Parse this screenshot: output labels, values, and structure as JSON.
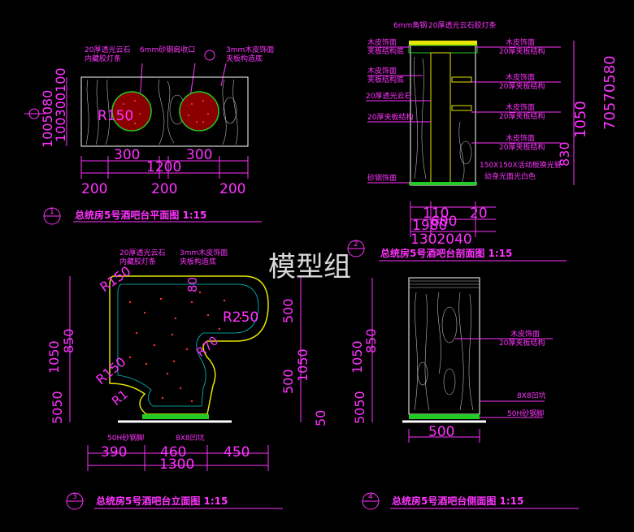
{
  "watermark": "模型组",
  "plan": {
    "title": "总统房5号酒吧台平面图 1:15",
    "badge": "1",
    "note_stone": "20厚透光云石",
    "note_stone2": "内藏胶灯条",
    "note_steel": "6mm砂钢肩收口",
    "note_veneer": "3mm木皮饰面",
    "note_veneer2": "夹板构造底",
    "radius": "R150",
    "left_dims": "100300100",
    "left_dims_b": "1005080",
    "dim_300_a": "300",
    "dim_300_b": "300",
    "dim_1200": "1200",
    "dim_200_a": "200",
    "dim_200_b": "200",
    "dim_200_c": "200"
  },
  "section": {
    "title": "总统房5号酒吧台剖面图 1:15",
    "badge": "2",
    "note_top_a": "6mm角钢",
    "note_top_b": "20厚透光云石胶灯条",
    "l1": "木皮饰面",
    "l2": "夹板结构底",
    "l3": "木皮饰面",
    "l4": "夹板结构底",
    "l5": "20厚透光云石",
    "l6": "20厚夹板结构",
    "l7": "砂钢饰面",
    "r1": "木皮饰面",
    "r2": "20厚夹板结构",
    "r3": "木皮饰面",
    "r4": "20厚夹板结构",
    "r5": "木皮饰面",
    "r6": "20厚夹板结构",
    "r7": "木皮饰面",
    "r8": "20厚夹板结构",
    "r9": "150X150X活动板换光管",
    "r10": "幼身光面光白色",
    "dims_right": "70570580",
    "dim_1050": "1050",
    "dim_830": "830",
    "dim_110": "110",
    "dim_20": "20",
    "dim_1300": "1300",
    "dim_1980": "1980",
    "dim_600": "600",
    "dim_1302040": "1302040"
  },
  "elevation": {
    "title": "总统房5号酒吧台立面图 1:15",
    "badge": "3",
    "note_a": "20厚透光云石",
    "note_a2": "内藏胶灯条",
    "note_b": "3mm木皮饰面",
    "note_b2": "夹板构造底",
    "r150_a": "R150",
    "r150_b": "R150",
    "r250": "R250",
    "r70": "R70",
    "r_small": "R1",
    "r80": "80",
    "dim_1050": "1050",
    "dim_850": "850",
    "dim_5050": "5050",
    "dim_500_a": "500",
    "dim_500_b": "500",
    "dim_1050_r": "1050",
    "dim_50": "50",
    "note_base": "50H砂钢脚",
    "note_groove": "8X8凹坑",
    "dim_390": "390",
    "dim_460": "460",
    "dim_450": "450",
    "dim_1300": "1300"
  },
  "side": {
    "title": "总统房5号酒吧台侧面图 1:15",
    "badge": "4",
    "note_a": "木皮饰面",
    "note_a2": "20厚夹板结构",
    "note_groove": "8X8凹坑",
    "note_base": "50H砂钢脚",
    "dim_1050": "1050",
    "dim_850": "850",
    "dim_5050": "5050",
    "dim_500": "500"
  }
}
